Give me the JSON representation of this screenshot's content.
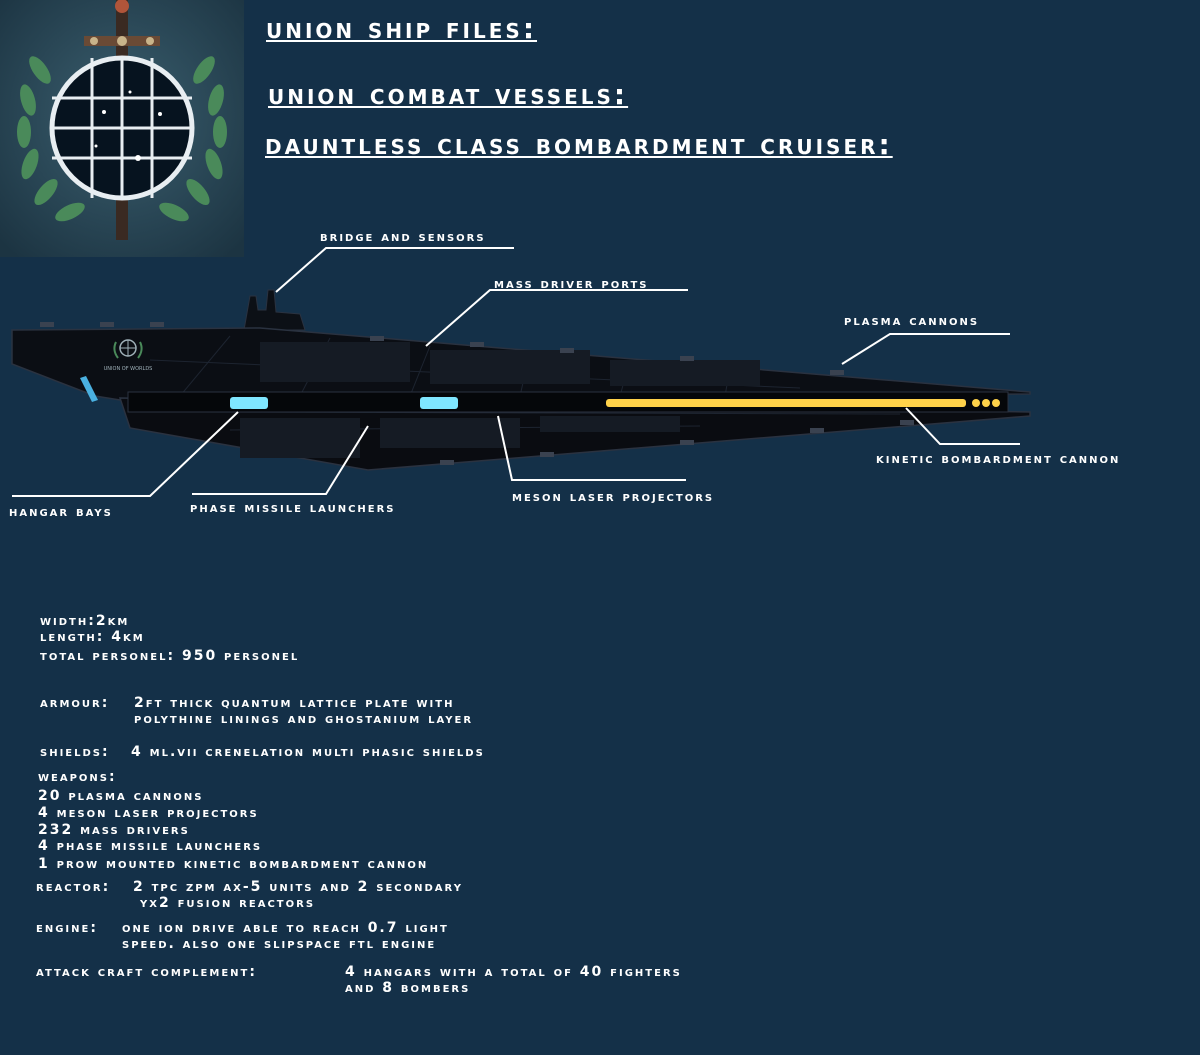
{
  "header": {
    "title": "Union Ship Files:",
    "category": "Union Combat Vessels:",
    "class_name": "Dauntless Class Bombardment Cruiser:"
  },
  "emblem": {
    "name": "union-of-worlds-emblem",
    "colors": {
      "field": "#2a4a5a",
      "laurel": "#4a8a5a",
      "globe": "#06131f",
      "sword": "#3a2a22"
    }
  },
  "ship": {
    "hull_text": "UNION OF WORLDS",
    "colors": {
      "hull": "#0a0d12",
      "hull_edge": "#2a3240",
      "bay_light": "#7fe6ff",
      "cannon_glow": "#ffd24a"
    }
  },
  "callouts": {
    "bridge": "Bridge and Sensors",
    "mass_driver": "Mass Driver Ports",
    "plasma": "Plasma Cannons",
    "kinetic": "Kinetic Bombardment Cannon",
    "hangar": "Hangar Bays",
    "phase": "Phase Missile Launchers",
    "meson": "Meson Laser Projectors"
  },
  "specs": {
    "width": "Width:2km",
    "length": "Length: 4km",
    "personnel": "Total Personel: 950 Personel",
    "armour_label": "Armour:",
    "armour_line1": "2ft thick Quantum Lattice Plate with",
    "armour_line2": "Polythine Linings and Ghostanium Layer",
    "shields_label": "Shields:",
    "shields_value": "4 Ml.VII Crenelation Multi Phasic Shields",
    "weapons_label": "Weapons:",
    "weapons": [
      "20 Plasma Cannons",
      "4 Meson Laser Projectors",
      "232 Mass Drivers",
      "4 Phase Missile Launchers",
      "1 Prow mounted Kinetic Bombardment Cannon"
    ],
    "reactor_label": "Reactor:",
    "reactor_line1": "2 TPC ZPM AX-5 Units and 2 Secondary",
    "reactor_line2": "YX2 Fusion Reactors",
    "engine_label": "Engine:",
    "engine_line1": "One Ion Drive able to reach 0.7 light",
    "engine_line2": "speed. Also one Slipspace FTL Engine",
    "craft_label": "Attack Craft Complement:",
    "craft_line1": "4 Hangars with a total of 40 fighters",
    "craft_line2": "and 8 Bombers"
  }
}
